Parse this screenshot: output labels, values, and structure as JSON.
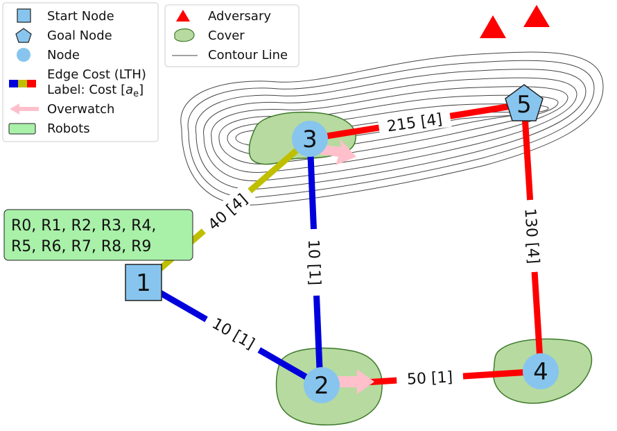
{
  "legend_left": {
    "start_node": "Start Node",
    "goal_node": "Goal Node",
    "node": "Node",
    "edge_cost_line1": "Edge Cost (LTH)",
    "edge_cost_line2_prefix": "Label: Cost [",
    "edge_cost_line2_var": "a",
    "edge_cost_line2_sub": "e",
    "edge_cost_line2_suffix": "]",
    "overwatch": "Overwatch",
    "robots": "Robots"
  },
  "legend_right": {
    "adversary": "Adversary",
    "cover": "Cover",
    "contour_line": "Contour Line"
  },
  "nodes": [
    {
      "id": "1",
      "type": "start"
    },
    {
      "id": "2",
      "type": "node"
    },
    {
      "id": "3",
      "type": "node"
    },
    {
      "id": "4",
      "type": "node"
    },
    {
      "id": "5",
      "type": "goal"
    }
  ],
  "edges": [
    {
      "from": "1",
      "to": "2",
      "label": "10 [1]",
      "cost_level": "low",
      "color": "#0000dd"
    },
    {
      "from": "1",
      "to": "3",
      "label": "40 [4]",
      "cost_level": "medium",
      "color": "#bfbf00"
    },
    {
      "from": "3",
      "to": "2",
      "label": "10 [1]",
      "cost_level": "low",
      "color": "#0000dd"
    },
    {
      "from": "2",
      "to": "4",
      "label": "50 [1]",
      "cost_level": "high",
      "color": "#ff0000"
    },
    {
      "from": "3",
      "to": "5",
      "label": "215 [4]",
      "cost_level": "high",
      "color": "#ff0000"
    },
    {
      "from": "5",
      "to": "4",
      "label": "130 [4]",
      "cost_level": "high",
      "color": "#ff0000"
    }
  ],
  "robots": {
    "line1": "R0, R1, R2, R3, R4,",
    "line2": "R5, R6, R7, R8, R9"
  },
  "colors": {
    "node_fill": "#87c5ee",
    "start_fill": "#87c5ee",
    "cover_fill": "#b7daa0",
    "cover_stroke": "#3d7a2a",
    "robots_fill": "#a9f0a9",
    "adversary": "#ff0000",
    "overwatch": "#ffc0cb"
  }
}
